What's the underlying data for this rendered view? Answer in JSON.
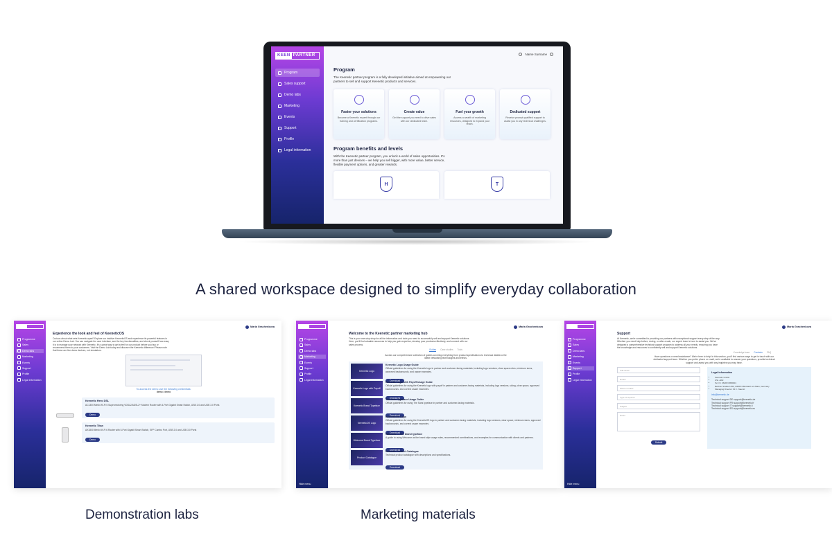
{
  "hero": {
    "brand": {
      "left": "KEEN",
      "right": "PARTNER"
    },
    "nav": [
      {
        "label": "Program",
        "icon": "program-icon",
        "active": true
      },
      {
        "label": "Sales support",
        "icon": "sales-icon",
        "active": false
      },
      {
        "label": "Demo labs",
        "icon": "lab-icon",
        "active": false
      },
      {
        "label": "Marketing",
        "icon": "marketing-icon",
        "active": false
      },
      {
        "label": "Events",
        "icon": "events-icon",
        "active": false
      },
      {
        "label": "Support",
        "icon": "support-icon",
        "active": false
      },
      {
        "label": "Profile",
        "icon": "profile-icon",
        "active": false
      },
      {
        "label": "Legal information",
        "icon": "legal-icon",
        "active": false
      }
    ],
    "user_name": "Name Surname",
    "title": "Program",
    "intro": "The Keenetic partner program is a fully developed initiative aimed at empowering our partners to sell and support Keenetic products and services.",
    "cards": [
      {
        "title": "Faster your solutions",
        "text": "Become a Keenetic expert through our training and certification programs."
      },
      {
        "title": "Create value",
        "text": "Get the support you need to drive sales with our dedicated team."
      },
      {
        "title": "Fuel your growth",
        "text": "Access a wealth of marketing resources, designed to expand your reach."
      },
      {
        "title": "Dedicated support",
        "text": "Receive prompt qualified support to assist you in any technical challenges."
      }
    ],
    "benefits_title": "Program benefits and levels",
    "benefits_text": "With the Keenetic partner program, you unlock a world of sales opportunities. It's more than just devices – we help you sell bigger, with more value, better service, flexible payment options, and greater rewards.",
    "levels": [
      "H",
      "T"
    ]
  },
  "tagline": "A shared workspace designed to simplify everyday collaboration",
  "shots": {
    "user": "Maria Grachenkova",
    "nav": [
      "Programme",
      "Sales",
      "Demo labs",
      "Marketing",
      "Events",
      "Support",
      "Profile",
      "Legal information"
    ],
    "hide_menu": "Hide menu",
    "demo": {
      "title": "Experience the look and feel of KeeneticOS",
      "text": "Curious about what sets Keenetic apart? Explore our intuitive KeeneticOS and experience its powerful features in our online Demo Lab. You can navigate the user interface, see the key functionalities, and check yourself how easy it is to manage your network with Keenetic. It's a great way to get a feel for our product before you buy or recommend them to your customers. Visit the Demo Lab today and discover the Keenetic difference! Please note that these are live demo devices, not simulators.",
      "access_link": "To access the demo use the following credentials:",
      "credentials": "demo / demo",
      "products": [
        {
          "name": "Keenetic Hero DSL",
          "text": "AC1300 Mesh Wi-Fi 5 Supervectoring VDSL2/ADSL2+ Modem Router with 4-Port Gigabit Smart Switch, USB 2.0 and USB 3.0 Ports",
          "button": "Demo"
        },
        {
          "name": "Keenetic Titan",
          "text": "AX1800 Mesh Wi-Fi 6 Router with 5-Port Gigabit Smart Switch, SFP Combo Port, USB 2.0 and USB 3.0 Ports",
          "button": "Demo"
        }
      ]
    },
    "marketing": {
      "title": "Welcome to the Keenetic partner marketing hub",
      "text": "This is your one-stop shop for all the information and tools you need to successfully sell and support Keenetic solutions. Here, you'll find valuable resources to help you gain expertise, develop your products effectively, and connect with our sales process.",
      "tabs": [
        "Guides",
        "Case studies",
        "Tools"
      ],
      "lead": "Access our comprehensive collection of guides covering everything from product specifications to technical details to the latest networking technologies and trends.",
      "items": [
        {
          "thumb": "Keenetic Logo",
          "title": "Keenetic Logo Usage Guide",
          "text": "Official guidelines for using the Keenetic logo in partner and customer-facing materials, including logo versions, clear space rules, minimum sizes, approved backgrounds, and usage examples.",
          "button": "Download"
        },
        {
          "thumb": "Keenetic Logo with Payoff",
          "title": "Keenetic Logo with Payoff Usage Guide",
          "text": "Official guidelines for using the Keenetic logo with payoff in partner and customer-facing materials, including logo versions, sizing, clear space, approved backgrounds, and correct usage examples.",
          "button": "Download"
        },
        {
          "thumb": "Keenetic Brand Typeface",
          "title": "The Sans Typeface Usage Guide",
          "text": "Official guidelines for using The Sans typeface in partner and customer-facing materials.",
          "button": "Download"
        },
        {
          "thumb": "KeeneticOS Logo",
          "title": "KeeneticOS Logo",
          "text": "Official guidelines for using the KeeneticOS logo in partner and customer-facing materials, including logo versions, clear space, minimum sizes, approved backgrounds, and correct usage examples.",
          "button": "Download"
        },
        {
          "thumb": "Welcome Brand Typeface",
          "title": "Welcome — the brand typeface",
          "text": "A guide to using Welcome as the brand style usage rules, recommended combinations, and examples for communication with clients and partners.",
          "button": "Download"
        },
        {
          "thumb": "Product Catalogue",
          "title": "Keenetic Product Catalogue",
          "text": "Technical product catalogue with descriptions and specifications.",
          "button": "Download"
        }
      ]
    },
    "support": {
      "title": "Support",
      "text": "At Keenetic, we're committed to providing our partners with exceptional support every step of the way. Whether you need help before, during, or after a sale, our expert team is here to assist you. We've designed a comprehensive technical support program to address all your needs, ensuring you have the knowledge and resources to confidently sell and support Keenetic solutions.",
      "tabs": [
        "Knowledge base",
        "Contacts",
        "FAQ"
      ],
      "lead": "Have questions or need assistance? We're here to help! In this section, you'll find various ways to get in touch with our dedicated support team. Whether you prefer phone or email, we're available to answer your questions, provide technical support and assist you with any inquiries you may have.",
      "fields": [
        "Full name*",
        "Email*",
        "Phone number",
        "Type of request*",
        "Subject",
        "Notes"
      ],
      "submit": "Submit",
      "legal_title": "Legal information",
      "legal_lines": [
        "Keenetic GmbH",
        "USt.-IdNr.",
        "Tel. Nr. 06183 0950001",
        "Berliner Straße 145b, 63065 Offenbach am Main, Germany",
        "Managing Director: Mr. I. Naumit"
      ],
      "email": "info@keenetic.de",
      "contacts": [
        "Technical support DE support@keenetic.de",
        "Technical support FR support@keenetic.fr",
        "Technical support IT support@keenetic.it",
        "Technical support ES support@keenetic.es"
      ]
    }
  },
  "captions": {
    "demo": "Demonstration labs",
    "marketing": "Marketing materials"
  }
}
